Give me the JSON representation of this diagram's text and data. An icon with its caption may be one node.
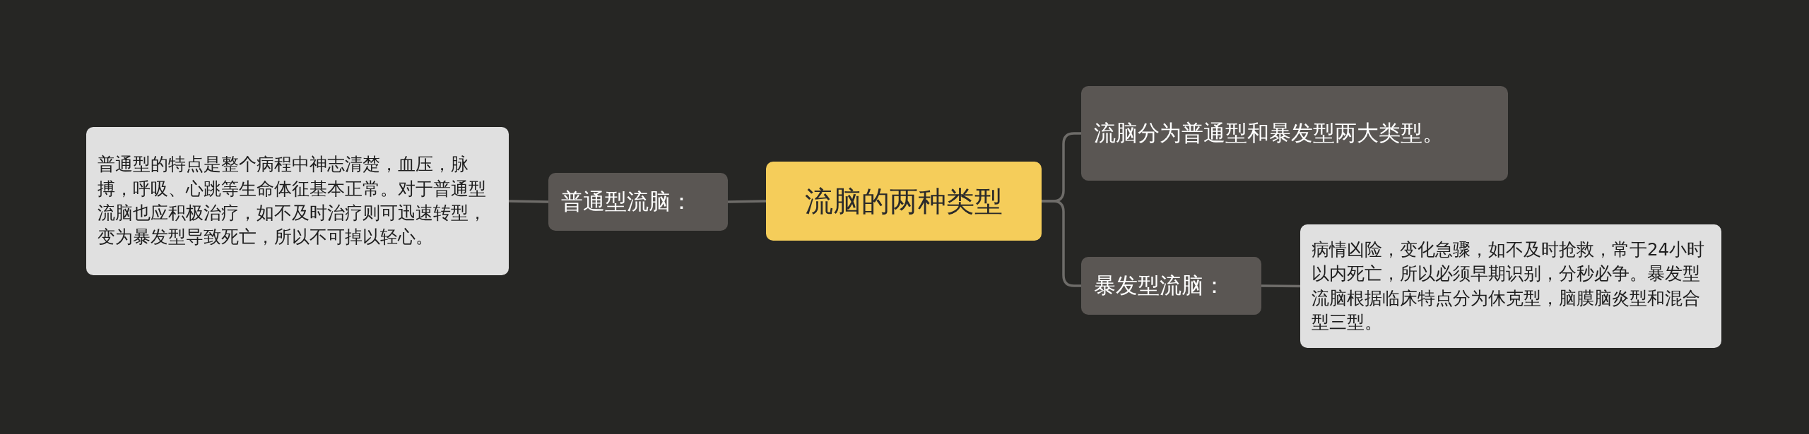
{
  "diagram": {
    "nodes": [
      {
        "text": [
          "流脑的两种类型"
        ]
      },
      {
        "text": [
          "普通型流脑："
        ]
      },
      {
        "text": [
          "普通型的特点是整个病程中神志清楚，血压，脉搏，呼吸、心跳等生命体征基本正常。对于普通型流脑也应积极治疗，如不及时治疗则可迅速转型，变为暴发型导致死亡，所以不可掉以轻心。"
        ]
      },
      {
        "text": [
          "流脑分为普通型和暴发型两大类型。"
        ]
      },
      {
        "text": [
          "暴发型流脑："
        ]
      },
      {
        "text": [
          "病情凶险，变化急骤，如不及时抢救，常于24小时以内死亡，所以必须早期识别，分秒必争。暴发型流脑根据临床特点分为休克型，脑膜脑炎型和混合型三型。"
        ]
      }
    ],
    "edges": [
      {
        "from": 0,
        "to": 1,
        "arrow": "none"
      },
      {
        "from": 1,
        "to": 2,
        "arrow": "none"
      },
      {
        "from": 0,
        "to": 3,
        "arrow": "none"
      },
      {
        "from": 0,
        "to": 4,
        "arrow": "none"
      },
      {
        "from": 4,
        "to": 5,
        "arrow": "none"
      }
    ]
  }
}
